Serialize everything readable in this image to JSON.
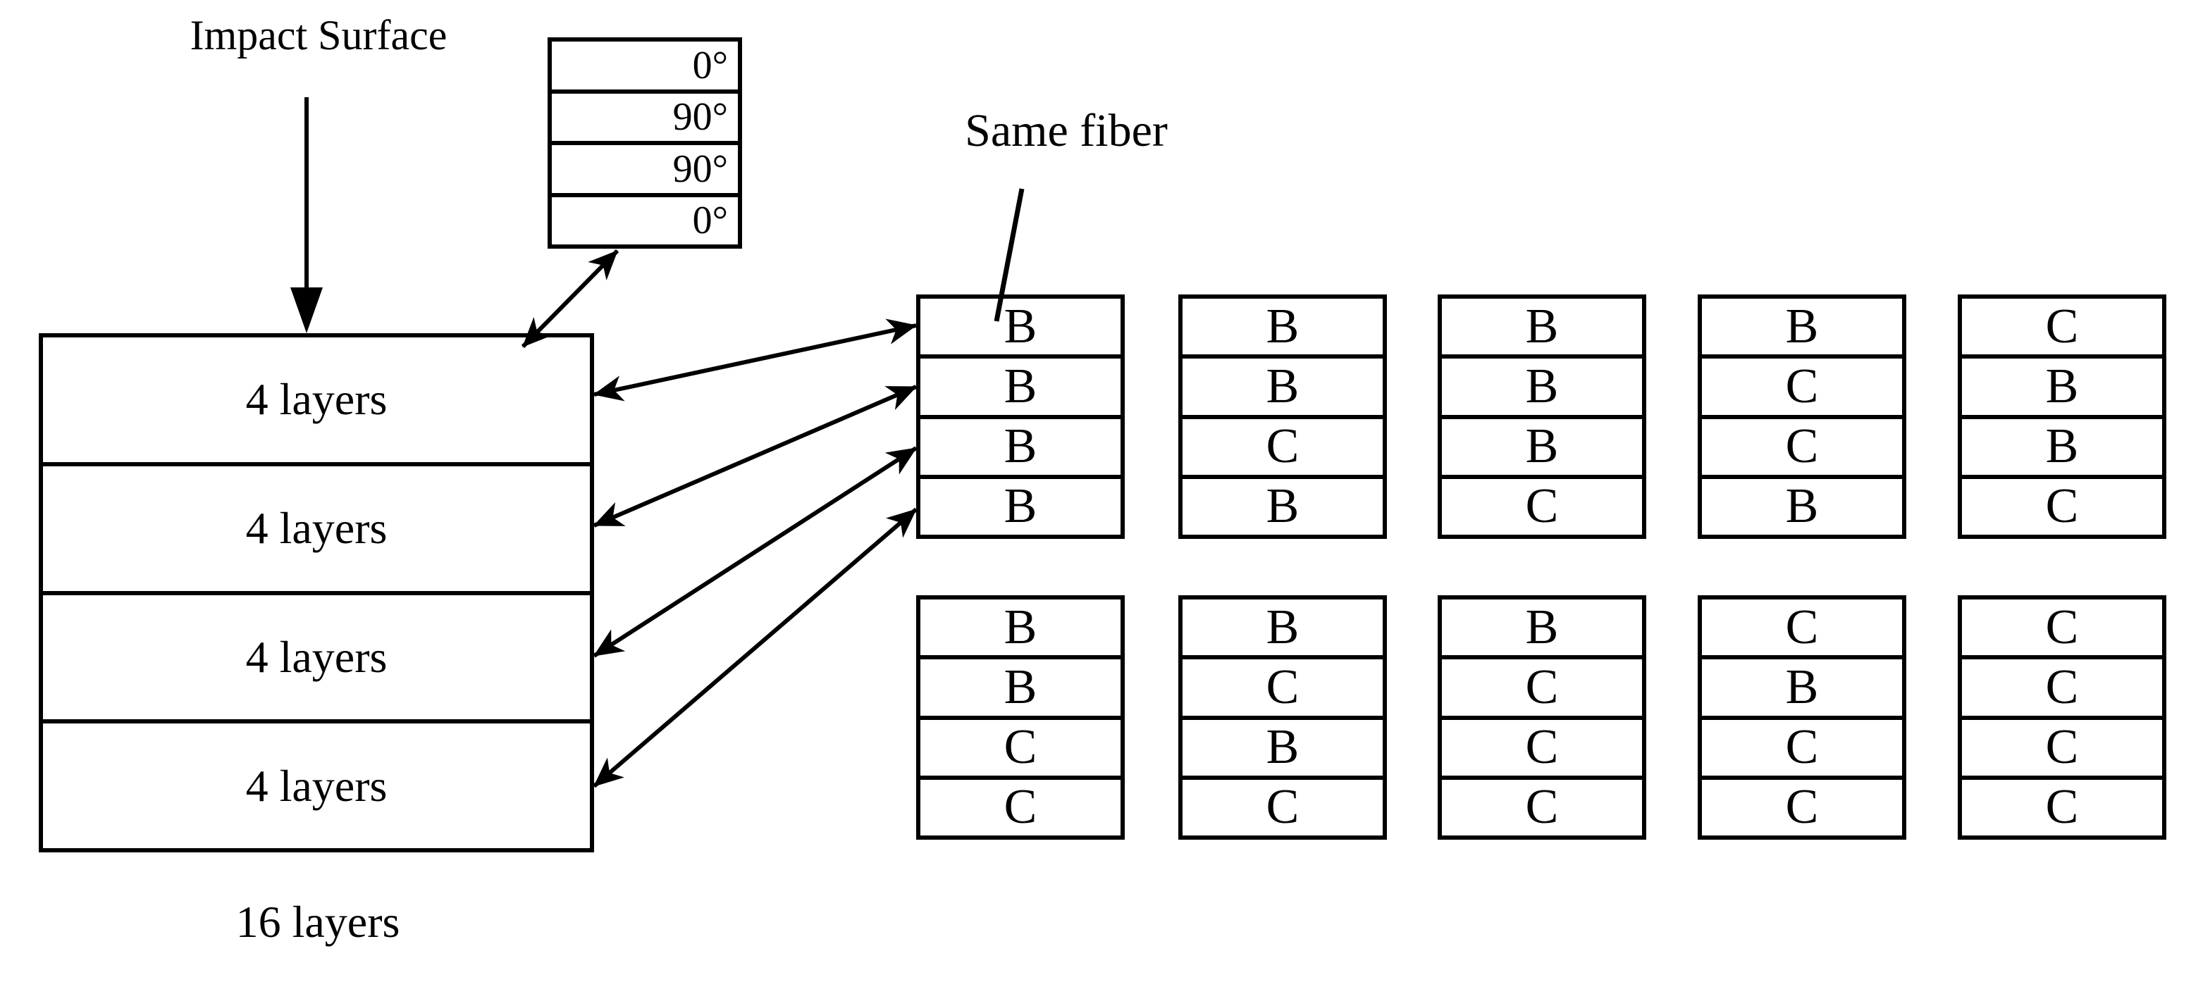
{
  "colors": {
    "ink": "#000000",
    "paper": "#ffffff"
  },
  "impact": {
    "label": "Impact Surface"
  },
  "angle_stack": {
    "plies": [
      "0°",
      "90°",
      "90°",
      "0°"
    ]
  },
  "laminate": {
    "rows": [
      "4 layers",
      "4 layers",
      "4 layers",
      "4 layers"
    ],
    "caption": "16 layers"
  },
  "fiber_note": {
    "label": "Same fiber"
  },
  "stacks": {
    "rows": [
      {
        "stacks": [
          {
            "cells": [
              "B",
              "B",
              "B",
              "B"
            ]
          },
          {
            "cells": [
              "B",
              "B",
              "C",
              "B"
            ]
          },
          {
            "cells": [
              "B",
              "B",
              "B",
              "C"
            ]
          },
          {
            "cells": [
              "B",
              "C",
              "C",
              "B"
            ]
          },
          {
            "cells": [
              "C",
              "B",
              "B",
              "C"
            ]
          }
        ]
      },
      {
        "stacks": [
          {
            "cells": [
              "B",
              "B",
              "C",
              "C"
            ]
          },
          {
            "cells": [
              "B",
              "C",
              "B",
              "C"
            ]
          },
          {
            "cells": [
              "B",
              "C",
              "C",
              "C"
            ]
          },
          {
            "cells": [
              "C",
              "B",
              "C",
              "C"
            ]
          },
          {
            "cells": [
              "C",
              "C",
              "C",
              "C"
            ]
          }
        ]
      }
    ]
  }
}
